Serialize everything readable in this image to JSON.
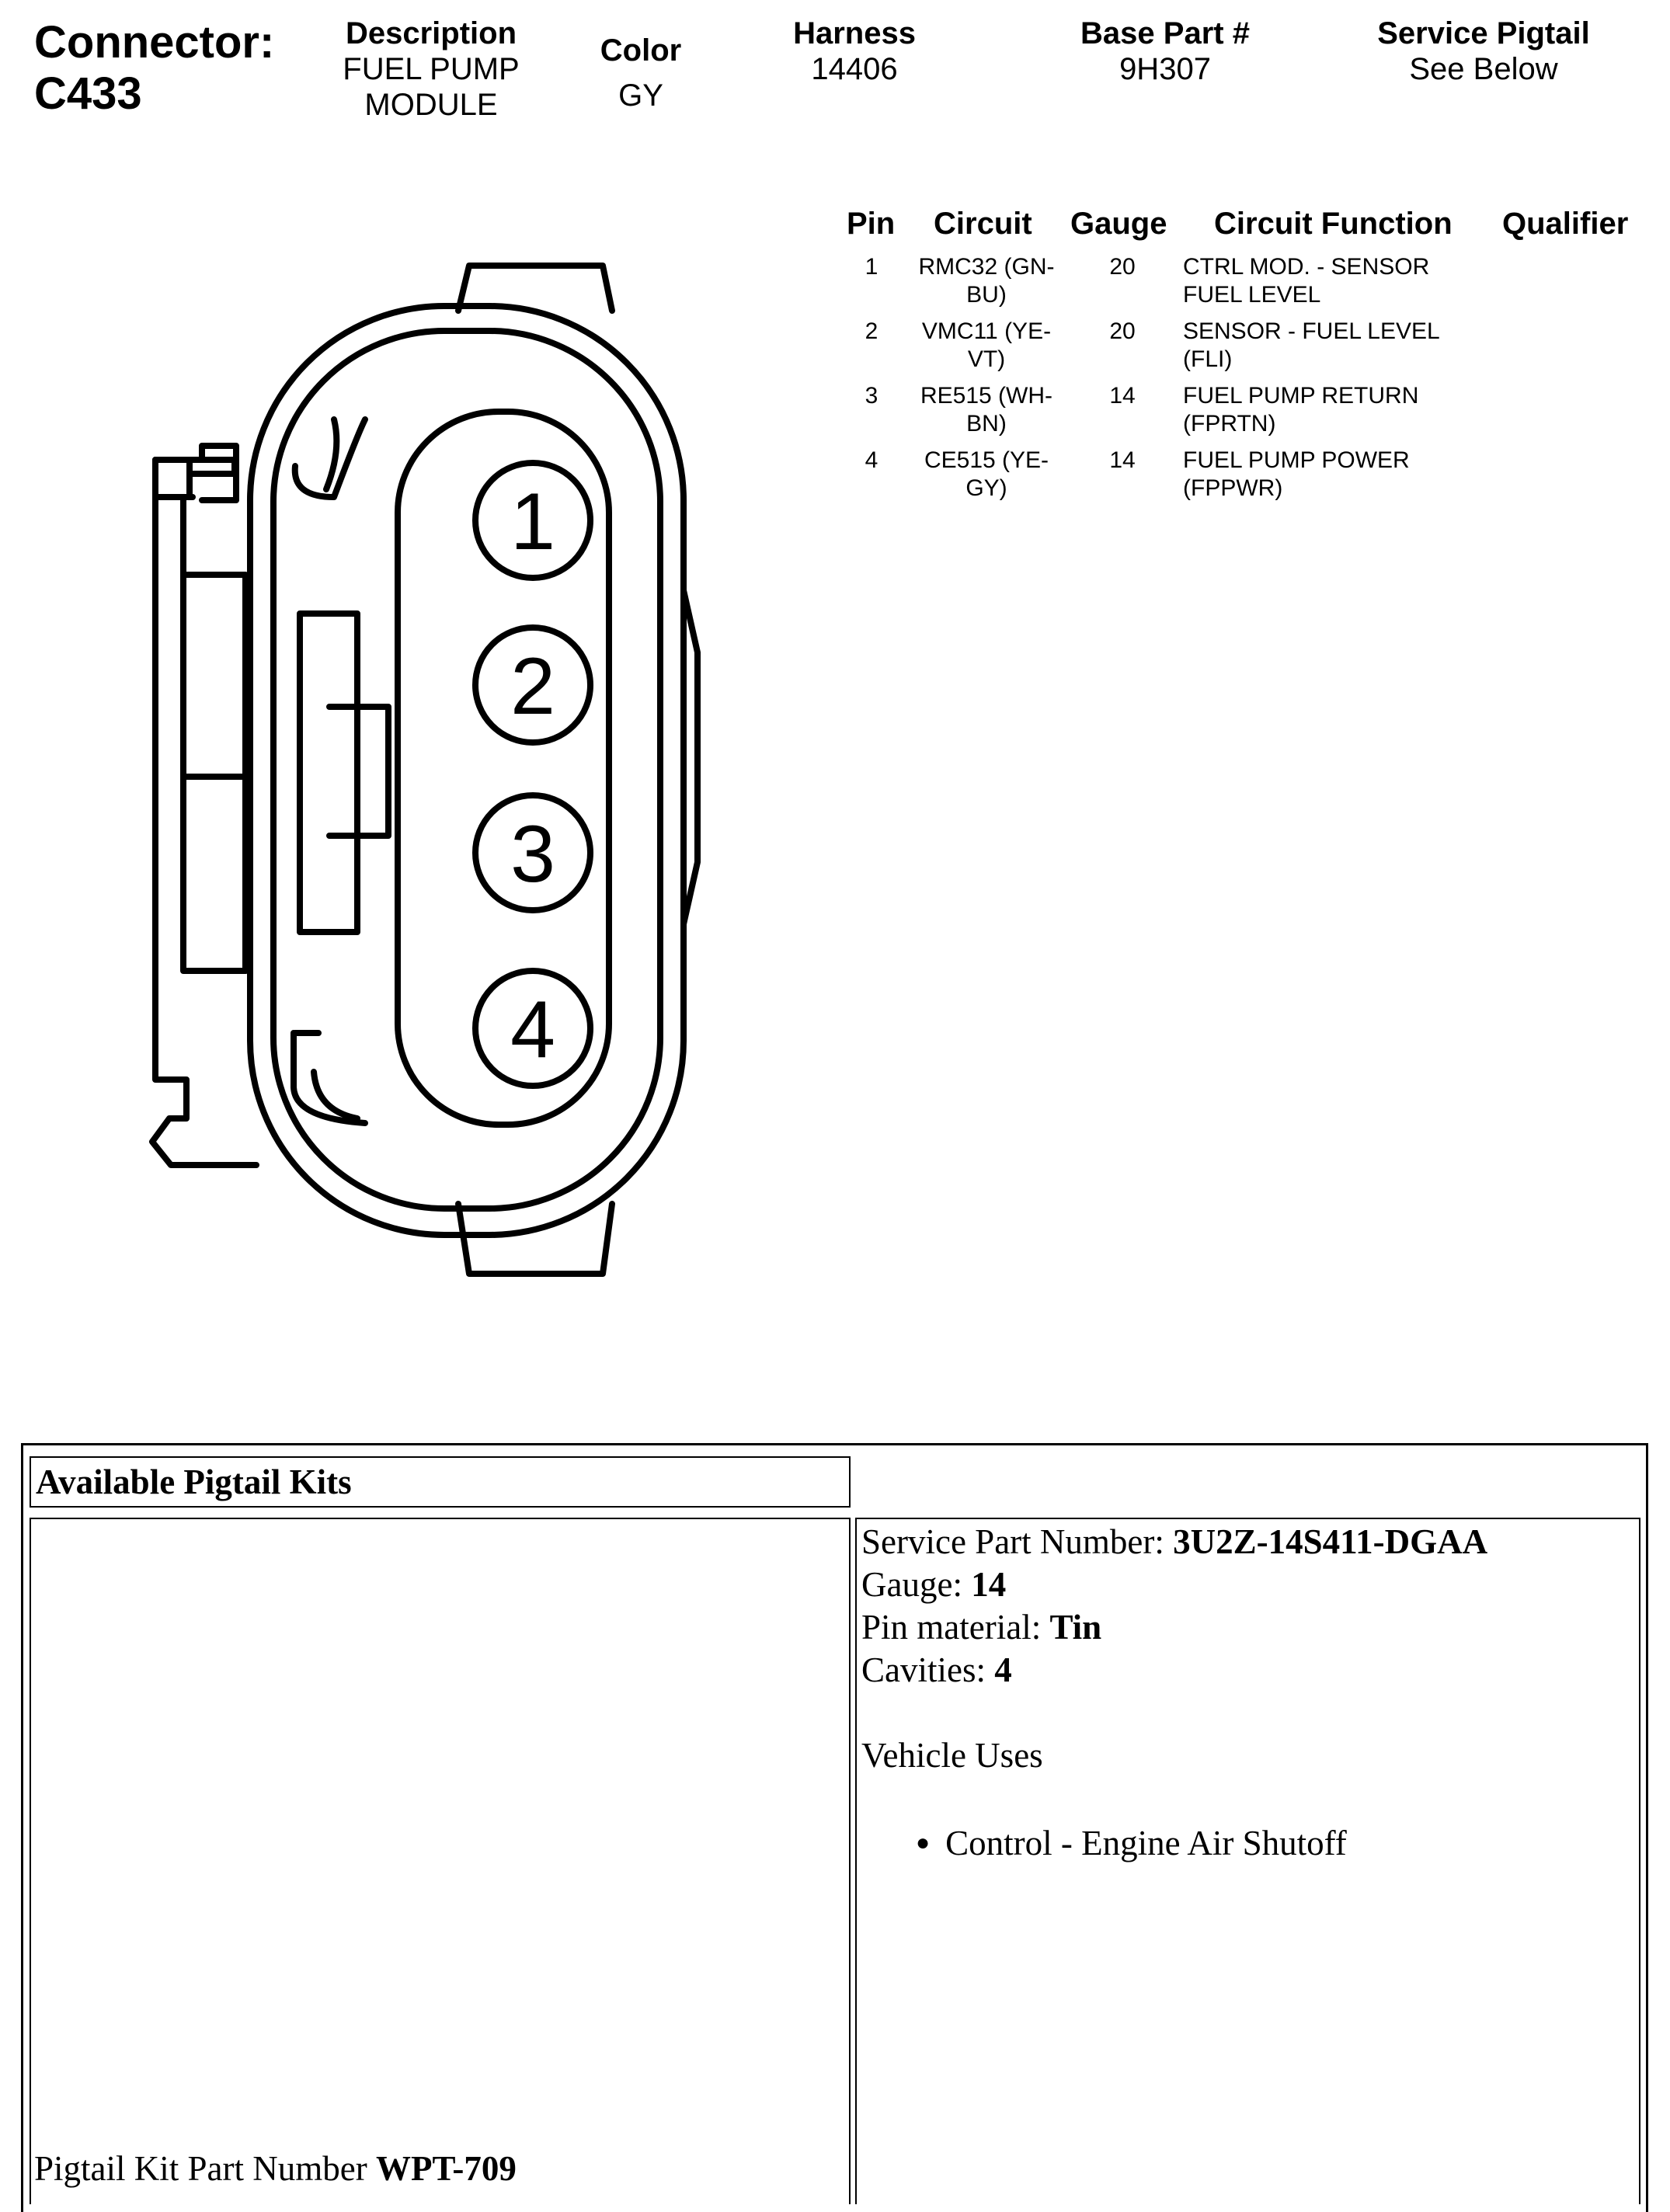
{
  "connector": {
    "label_line1": "Connector:",
    "label_line2": "C433"
  },
  "header": {
    "description": {
      "heading": "Description",
      "line1": "FUEL PUMP",
      "line2": "MODULE"
    },
    "color": {
      "heading": "Color",
      "value": "GY"
    },
    "harness": {
      "heading": "Harness",
      "value": "14406"
    },
    "base_part": {
      "heading": "Base Part #",
      "value": "9H307"
    },
    "service_pigtail": {
      "heading": "Service Pigtail",
      "value": "See Below"
    }
  },
  "pin_table": {
    "headers": {
      "pin": "Pin",
      "circuit": "Circuit",
      "gauge": "Gauge",
      "function": "Circuit Function",
      "qualifier": "Qualifier"
    },
    "rows": [
      {
        "pin": "1",
        "circuit_l1": "RMC32 (GN-",
        "circuit_l2": "BU)",
        "gauge": "20",
        "function_l1": "CTRL MOD. - SENSOR",
        "function_l2": "FUEL LEVEL"
      },
      {
        "pin": "2",
        "circuit_l1": "VMC11 (YE-",
        "circuit_l2": "VT)",
        "gauge": "20",
        "function_l1": "SENSOR - FUEL LEVEL",
        "function_l2": "(FLI)"
      },
      {
        "pin": "3",
        "circuit_l1": "RE515 (WH-",
        "circuit_l2": "BN)",
        "gauge": "14",
        "function_l1": "FUEL PUMP RETURN",
        "function_l2": "(FPRTN)"
      },
      {
        "pin": "4",
        "circuit_l1": "CE515 (YE-",
        "circuit_l2": "GY)",
        "gauge": "14",
        "function_l1": "FUEL PUMP POWER",
        "function_l2": "(FPPWR)"
      }
    ]
  },
  "diagram": {
    "pin_numbers": [
      "1",
      "2",
      "3",
      "4"
    ]
  },
  "pigtail_kits": {
    "title": "Available Pigtail Kits",
    "kit_part_label": "Pigtail Kit Part Number ",
    "kit_part_value": "WPT-709",
    "service_part_label": "Service Part Number: ",
    "service_part_value": "3U2Z-14S411-DGAA",
    "gauge_label": "Gauge: ",
    "gauge_value": "14",
    "pin_material_label": "Pin material: ",
    "pin_material_value": "Tin",
    "cavities_label": "Cavities: ",
    "cavities_value": "4",
    "vehicle_uses_heading": "Vehicle Uses",
    "vehicle_uses": [
      "Control - Engine Air Shutoff"
    ]
  }
}
